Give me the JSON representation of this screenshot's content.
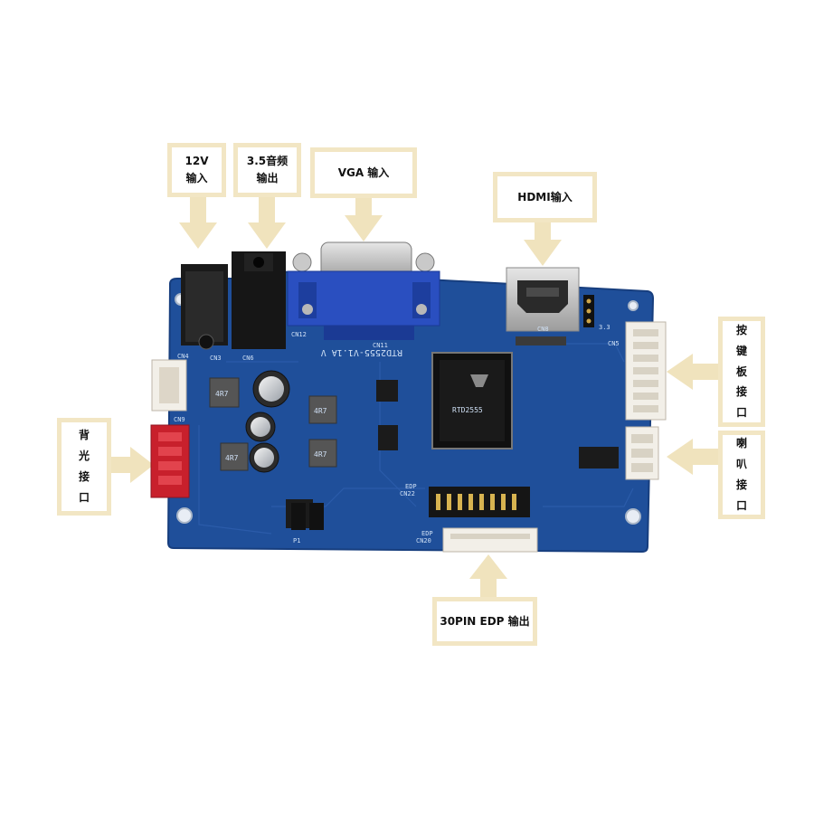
{
  "labels": {
    "power_12v": {
      "line1": "12V",
      "line2": "输入"
    },
    "audio_out": {
      "line1": "3.5音频",
      "line2": "输出"
    },
    "vga_in": "VGA 输入",
    "hdmi_in": "HDMI输入",
    "keypad": [
      "按",
      "键",
      "板",
      "接",
      "口"
    ],
    "backlight": [
      "背",
      "光",
      "接",
      "口"
    ],
    "speaker": [
      "喇",
      "叭",
      "接",
      "口"
    ],
    "edp_out": "30PIN EDP 输出"
  },
  "board": {
    "model_text": "RTD2555-V1.1A V",
    "silkscreen": {
      "cn3": "CN3",
      "cn4": "CN4",
      "cn5": "CN5",
      "cn6": "CN6",
      "cn8": "CN8",
      "cn9": "CN9",
      "cn11": "CN11",
      "cn12": "CN12",
      "cn20": "CN20",
      "cn22": "CN22",
      "edp1": "EDP",
      "edp2": "EDP",
      "inductor1": "4R7",
      "inductor2": "4R7",
      "inductor3": "4R7",
      "inductor4": "4R7",
      "chip_mark": "RTD2555",
      "jumper": "P1",
      "v33": "3.3"
    }
  },
  "colors": {
    "pcb": "#1f4f9a",
    "pcb_dark": "#173e7e",
    "label_border": "#f2e6c4",
    "arrow": "#f0e3bd",
    "vga_blue": "#2a4fc0",
    "backlight_red": "#c8202c"
  }
}
